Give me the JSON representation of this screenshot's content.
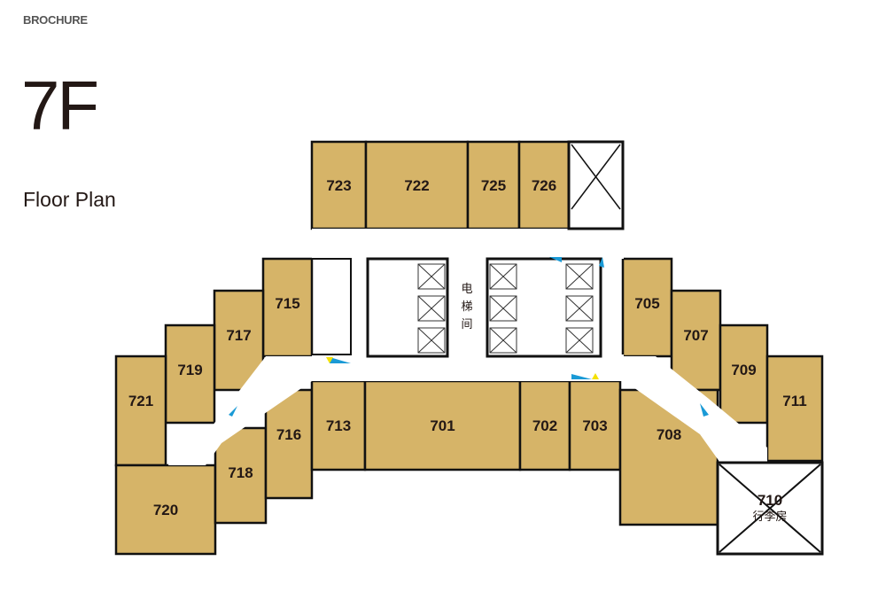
{
  "header": {
    "brand": "BROCHURE",
    "floor": "7F",
    "subtitle": "Floor Plan"
  },
  "colors": {
    "room": "#d6b468",
    "wall": "#111111",
    "corridor": "#ffffff",
    "escalator_blue": "#1a9ad6",
    "marker_yellow": "#f5e100"
  },
  "rooms": [
    {
      "id": "723",
      "label": "723"
    },
    {
      "id": "722",
      "label": "722"
    },
    {
      "id": "725",
      "label": "725"
    },
    {
      "id": "726",
      "label": "726"
    },
    {
      "id": "715",
      "label": "715"
    },
    {
      "id": "717",
      "label": "717"
    },
    {
      "id": "719",
      "label": "719"
    },
    {
      "id": "721",
      "label": "721"
    },
    {
      "id": "720",
      "label": "720"
    },
    {
      "id": "718",
      "label": "718"
    },
    {
      "id": "716",
      "label": "716"
    },
    {
      "id": "713",
      "label": "713"
    },
    {
      "id": "701",
      "label": "701"
    },
    {
      "id": "702",
      "label": "702"
    },
    {
      "id": "703",
      "label": "703"
    },
    {
      "id": "705",
      "label": "705"
    },
    {
      "id": "707",
      "label": "707"
    },
    {
      "id": "709",
      "label": "709"
    },
    {
      "id": "711",
      "label": "711"
    },
    {
      "id": "708",
      "label": "708"
    }
  ],
  "luggage_room": {
    "number": "710",
    "name": "行李房"
  },
  "elevator_hall": {
    "c1": "电",
    "c2": "梯",
    "c3": "间"
  }
}
